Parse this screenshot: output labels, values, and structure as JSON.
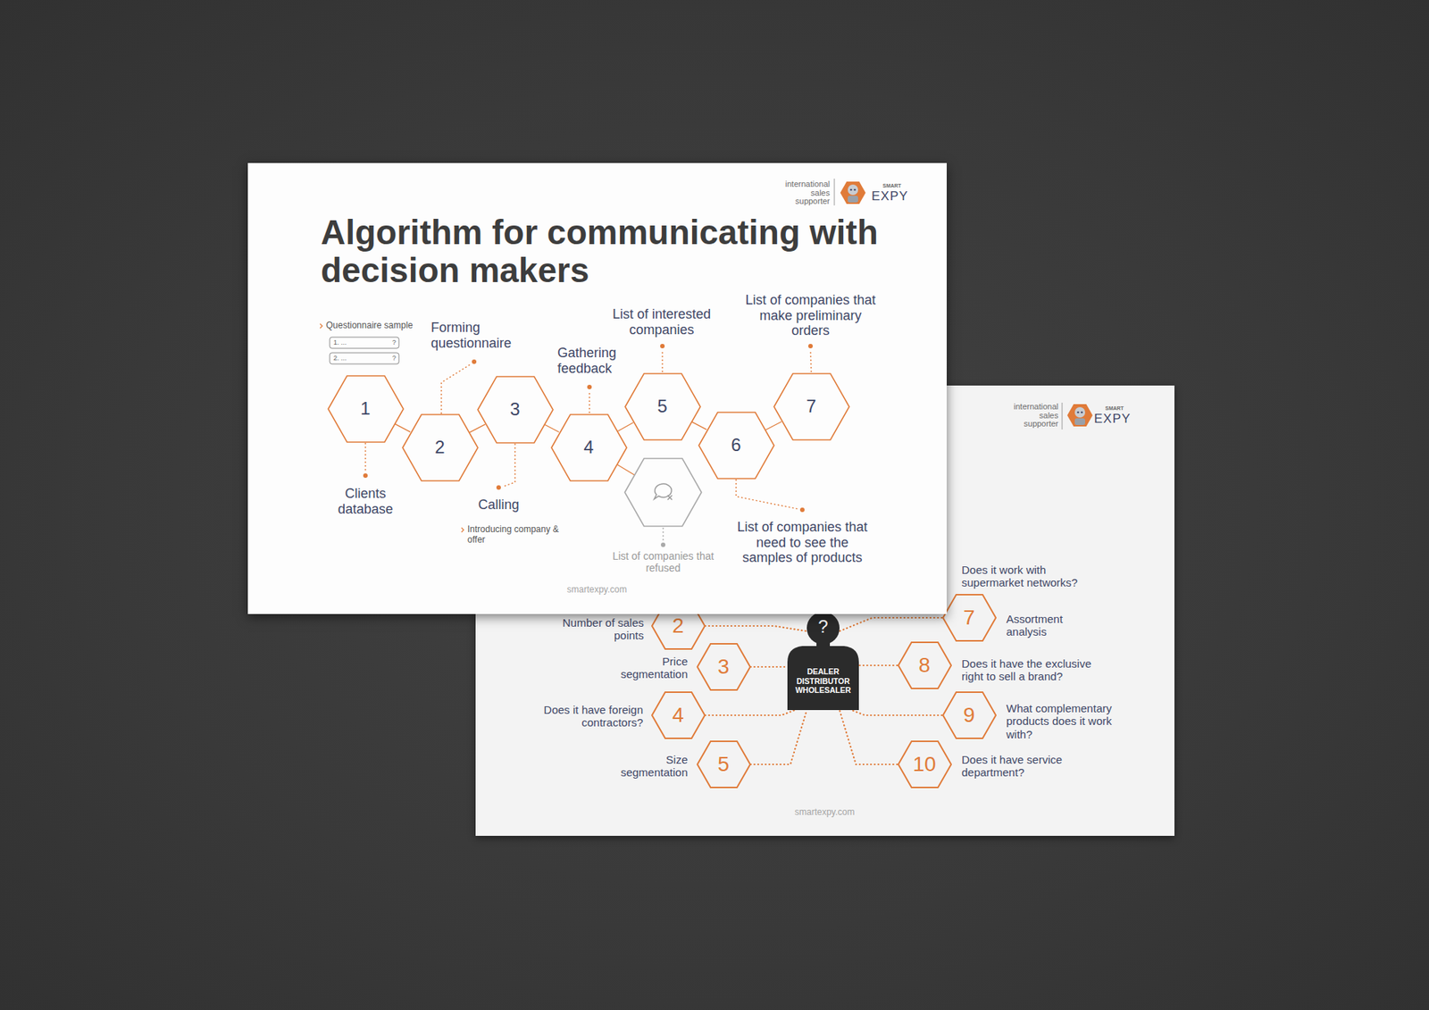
{
  "diagram": {
    "title": "Algorithm for communicating with decision makers",
    "nodes": [
      {
        "text": [
          "1"
        ]
      },
      {
        "text": [
          "2"
        ]
      },
      {
        "text": [
          "3"
        ]
      },
      {
        "text": [
          "4"
        ]
      },
      {
        "text": [
          "5"
        ]
      },
      {
        "text": [
          "6"
        ]
      },
      {
        "text": [
          "7"
        ]
      },
      {
        "text": [
          "List of companies that refused"
        ]
      },
      {
        "text": [
          "2"
        ]
      },
      {
        "text": [
          "3"
        ]
      },
      {
        "text": [
          "4"
        ]
      },
      {
        "text": [
          "5"
        ]
      },
      {
        "text": [
          "?",
          "DEALER DISTRIBUTOR WHOLESALER"
        ]
      },
      {
        "text": [
          "7"
        ]
      },
      {
        "text": [
          "8"
        ]
      },
      {
        "text": [
          "9"
        ]
      },
      {
        "text": [
          "10"
        ]
      }
    ],
    "edges": [
      {
        "from": 0,
        "to": 1,
        "arrow": "none"
      },
      {
        "from": 1,
        "to": 2,
        "arrow": "none"
      },
      {
        "from": 2,
        "to": 3,
        "arrow": "none"
      },
      {
        "from": 3,
        "to": 4,
        "arrow": "none"
      },
      {
        "from": 4,
        "to": 5,
        "arrow": "none"
      },
      {
        "from": 5,
        "to": 6,
        "arrow": "none"
      },
      {
        "from": 3,
        "to": 7,
        "arrow": "none"
      },
      {
        "from": 8,
        "to": 12,
        "arrow": "none"
      },
      {
        "from": 9,
        "to": 12,
        "arrow": "none"
      },
      {
        "from": 10,
        "to": 12,
        "arrow": "none"
      },
      {
        "from": 11,
        "to": 12,
        "arrow": "none"
      },
      {
        "from": 13,
        "to": 12,
        "arrow": "none"
      },
      {
        "from": 14,
        "to": 12,
        "arrow": "none"
      },
      {
        "from": 15,
        "to": 12,
        "arrow": "none"
      },
      {
        "from": 16,
        "to": 12,
        "arrow": "none"
      }
    ],
    "labels": [
      "international sales supporter",
      "SMART",
      "EXPY",
      "Questionnaire sample",
      "1. ...",
      "?",
      "2. ...",
      "?",
      "Forming questionnaire",
      "Gathering feedback",
      "List of interested companies",
      "List of companies that make preliminary orders",
      "Clients database",
      "Calling",
      "Introducing company & offer",
      "List of companies that need to see the samples of products",
      "smartexpy.com",
      "international sales supporter",
      "SMART",
      "EXPY",
      "Number of sales points",
      "Price segmentation",
      "Does it have foreign contractors?",
      "Size segmentation",
      "Does it work with supermarket networks?",
      "Assortment analysis",
      "Does it have the exclusive right to sell a brand?",
      "What complementary products does it work with?",
      "Does it have service department?",
      "smartexpy.com"
    ]
  }
}
